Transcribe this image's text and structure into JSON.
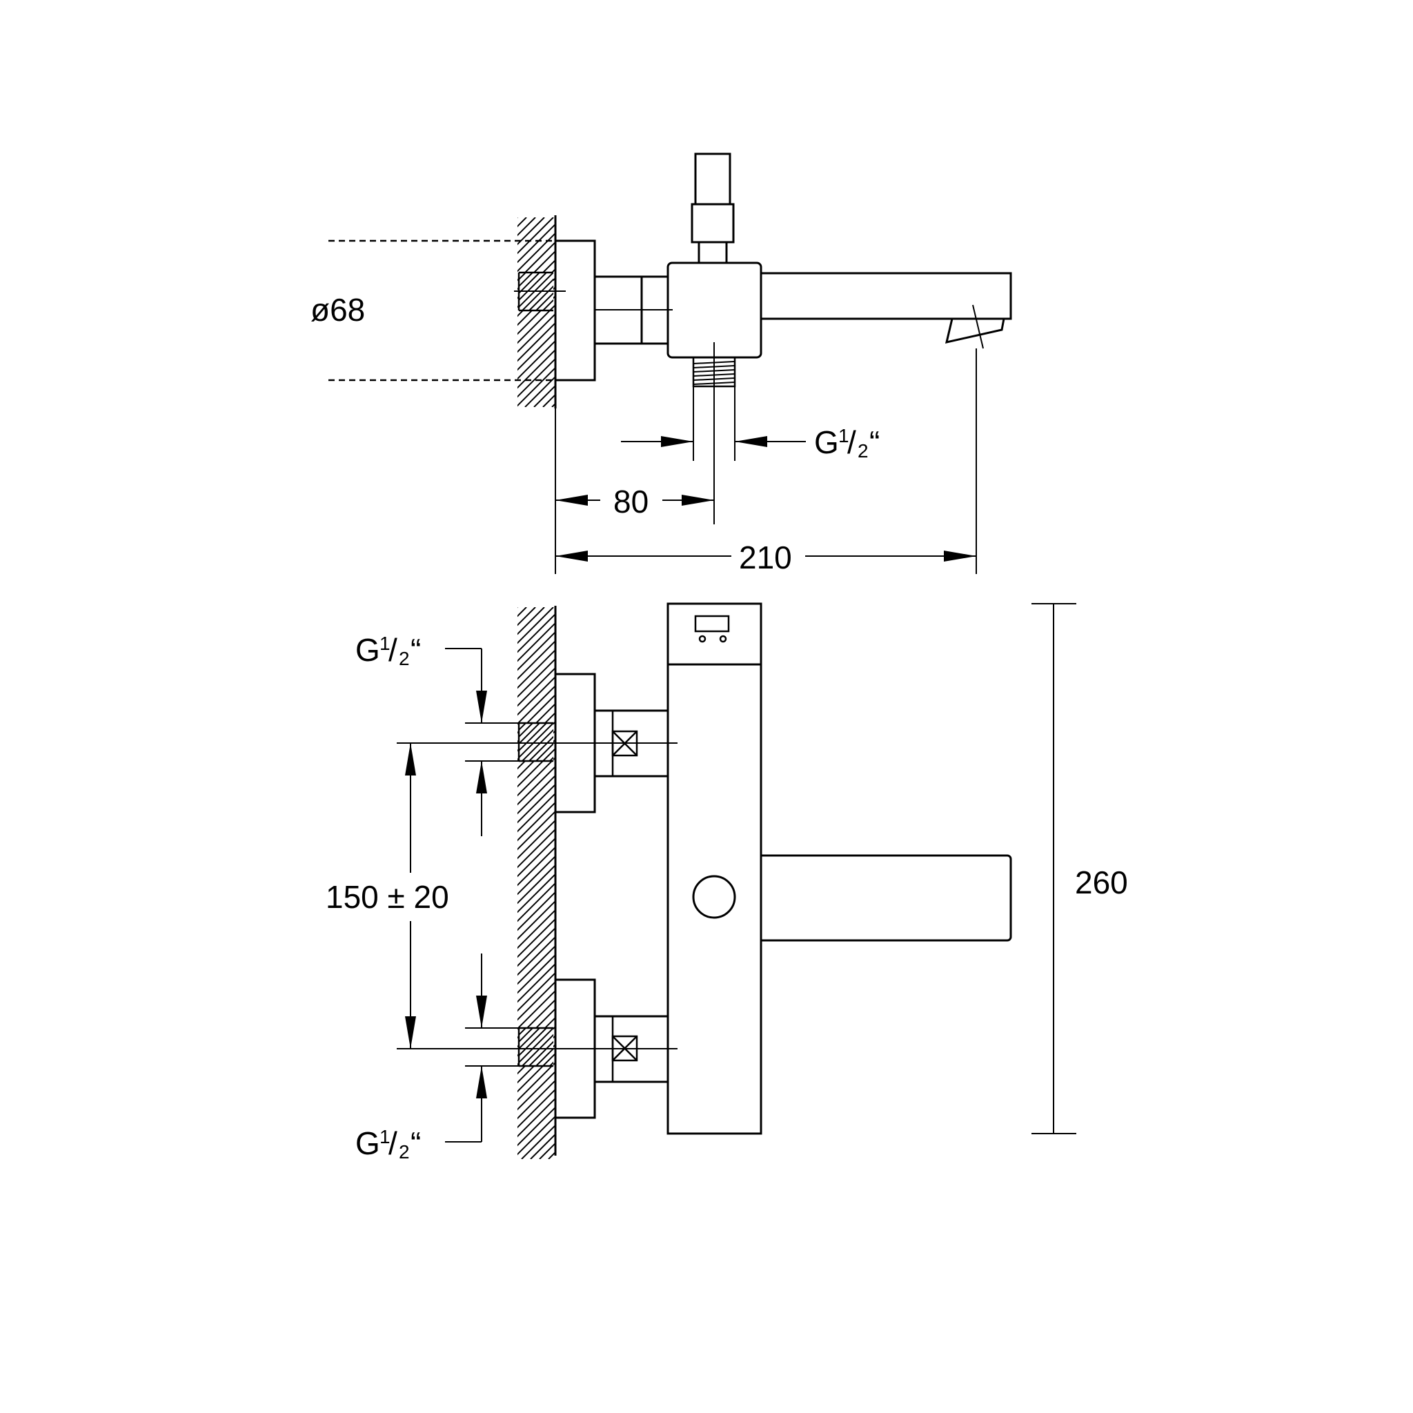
{
  "drawing": {
    "dimensions": {
      "diameter": "ø68",
      "thread_top": {
        "base": "G",
        "num": "1",
        "slash": "/",
        "den": "2",
        "suffix": "“"
      },
      "offset_80": "80",
      "length_210": "210",
      "thread_left_top": {
        "base": "G",
        "num": "1",
        "slash": "/",
        "den": "2",
        "suffix": "“"
      },
      "spacing": "150 ± 20",
      "thread_left_bottom": {
        "base": "G",
        "num": "1",
        "slash": "/",
        "den": "2",
        "suffix": "“"
      },
      "height_260": "260"
    }
  }
}
